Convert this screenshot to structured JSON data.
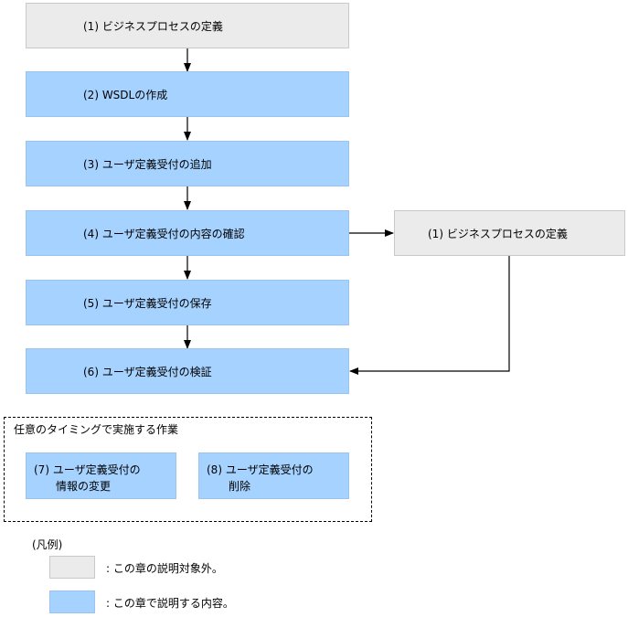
{
  "steps": [
    {
      "label": "(1) ビジネスプロセスの定義"
    },
    {
      "label": "(2) WSDLの作成"
    },
    {
      "label": "(3) ユーザ定義受付の追加"
    },
    {
      "label": "(4) ユーザ定義受付の内容の確認"
    },
    {
      "label": "(5) ユーザ定義受付の保存"
    },
    {
      "label": "(6) ユーザ定義受付の検証"
    }
  ],
  "side_step": {
    "label": "(1)  ビジネスプロセスの定義"
  },
  "anytime_group": {
    "title": "任意のタイミングで実施する作業",
    "items": [
      {
        "line1": "(7) ユーザ定義受付の",
        "line2": "情報の変更"
      },
      {
        "line1": "(8) ユーザ定義受付の",
        "line2": "削除"
      }
    ]
  },
  "legend": {
    "title": "(凡例)",
    "items": [
      {
        "color": "#ebebeb",
        "text": ": この章の説明対象外。"
      },
      {
        "color": "#a6d2ff",
        "text": ": この章で説明する内容。"
      }
    ]
  }
}
